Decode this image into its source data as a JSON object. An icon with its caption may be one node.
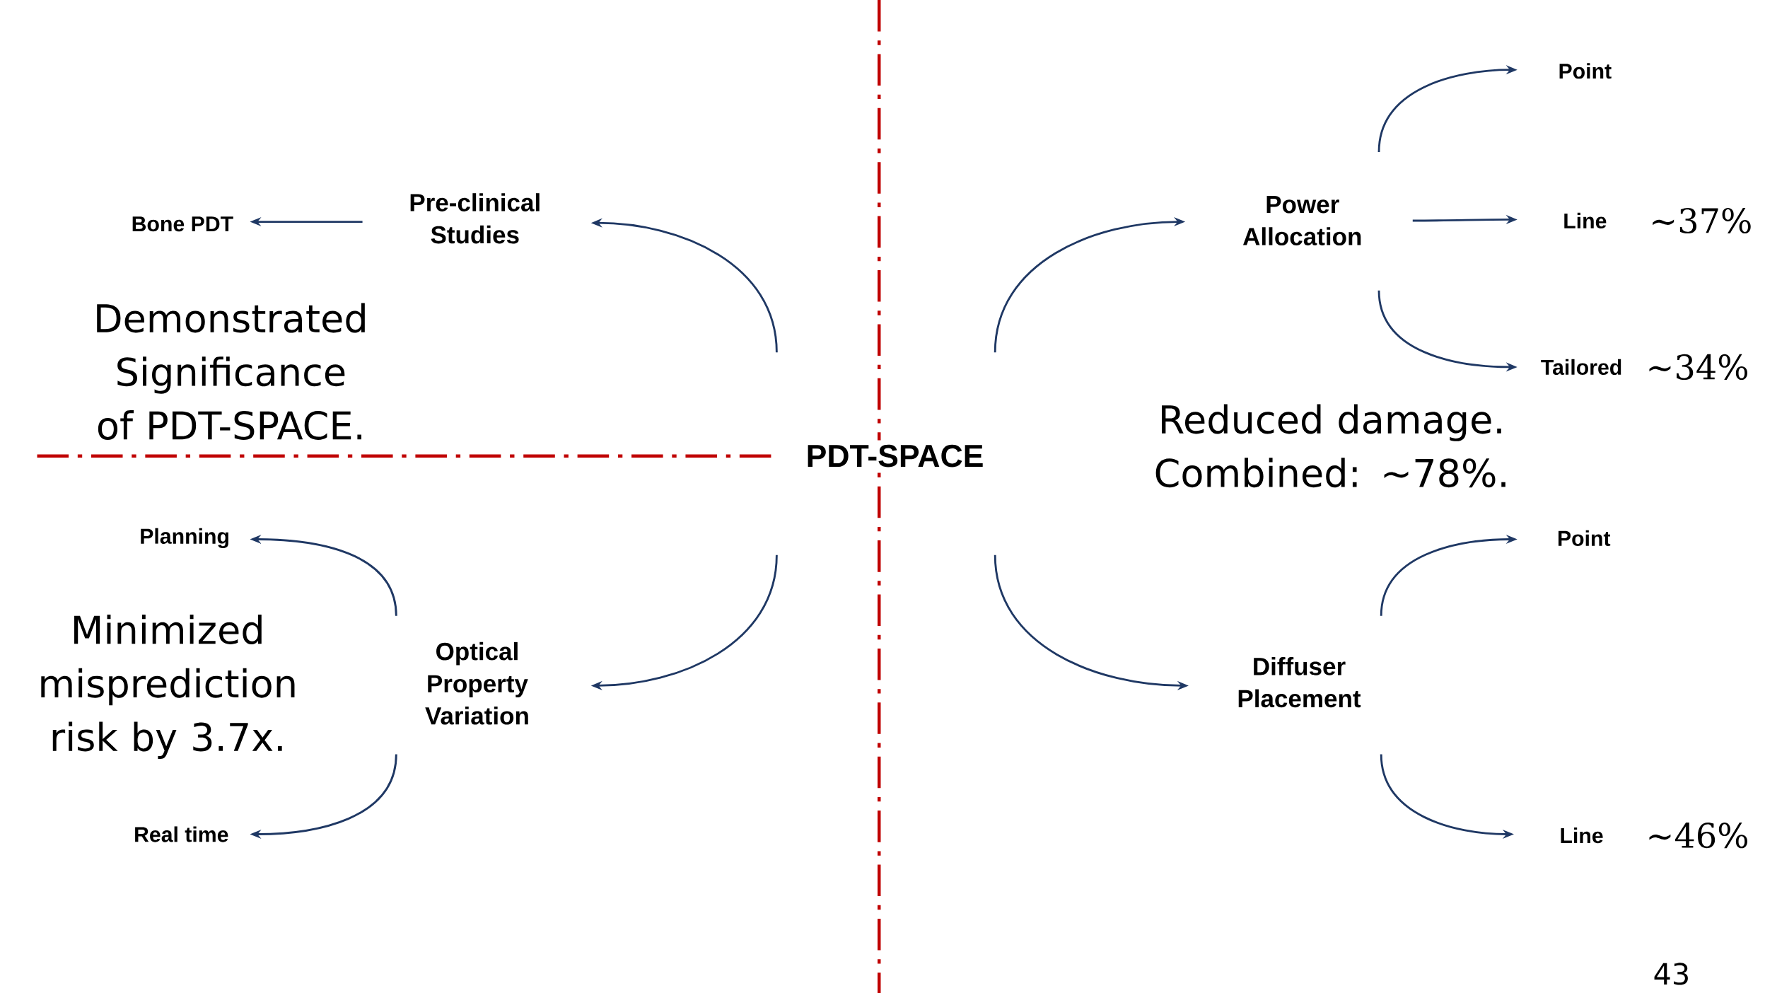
{
  "diagram": {
    "nodes": [
      {
        "text": [
          "PDT-SPACE"
        ]
      },
      {
        "text": [
          "Pre-clinical Studies"
        ]
      },
      {
        "text": [
          "Bone PDT"
        ]
      },
      {
        "text": [
          "Optical Property Variation"
        ]
      },
      {
        "text": [
          "Planning"
        ]
      },
      {
        "text": [
          "Real time"
        ]
      },
      {
        "text": [
          "Power Allocation"
        ]
      },
      {
        "text": [
          "Point"
        ]
      },
      {
        "text": [
          "Line"
        ],
        "beside": [
          "∼37%"
        ]
      },
      {
        "text": [
          "Tailored"
        ],
        "beside": [
          "∼34%"
        ]
      },
      {
        "text": [
          "Diffuser Placement"
        ]
      },
      {
        "text": [
          "Point"
        ]
      },
      {
        "text": [
          "Line"
        ],
        "beside": [
          "∼46%"
        ]
      }
    ],
    "edges": [
      {
        "from": 0,
        "to": 1,
        "arrow": "to"
      },
      {
        "from": 1,
        "to": 2,
        "arrow": "to"
      },
      {
        "from": 0,
        "to": 3,
        "arrow": "to"
      },
      {
        "from": 3,
        "to": 4,
        "arrow": "to"
      },
      {
        "from": 3,
        "to": 5,
        "arrow": "to"
      },
      {
        "from": 0,
        "to": 6,
        "arrow": "to"
      },
      {
        "from": 6,
        "to": 7,
        "arrow": "to"
      },
      {
        "from": 6,
        "to": 8,
        "arrow": "to"
      },
      {
        "from": 6,
        "to": 9,
        "arrow": "to"
      },
      {
        "from": 0,
        "to": 10,
        "arrow": "to"
      },
      {
        "from": 10,
        "to": 11,
        "arrow": "to"
      },
      {
        "from": 10,
        "to": 12,
        "arrow": "to"
      }
    ],
    "labels": [
      "Demonstrated Significance of PDT-SPACE.",
      "Reduced damage. Combined: ∼78%.",
      "Minimized misprediction risk by 3.7x.",
      "43"
    ]
  }
}
